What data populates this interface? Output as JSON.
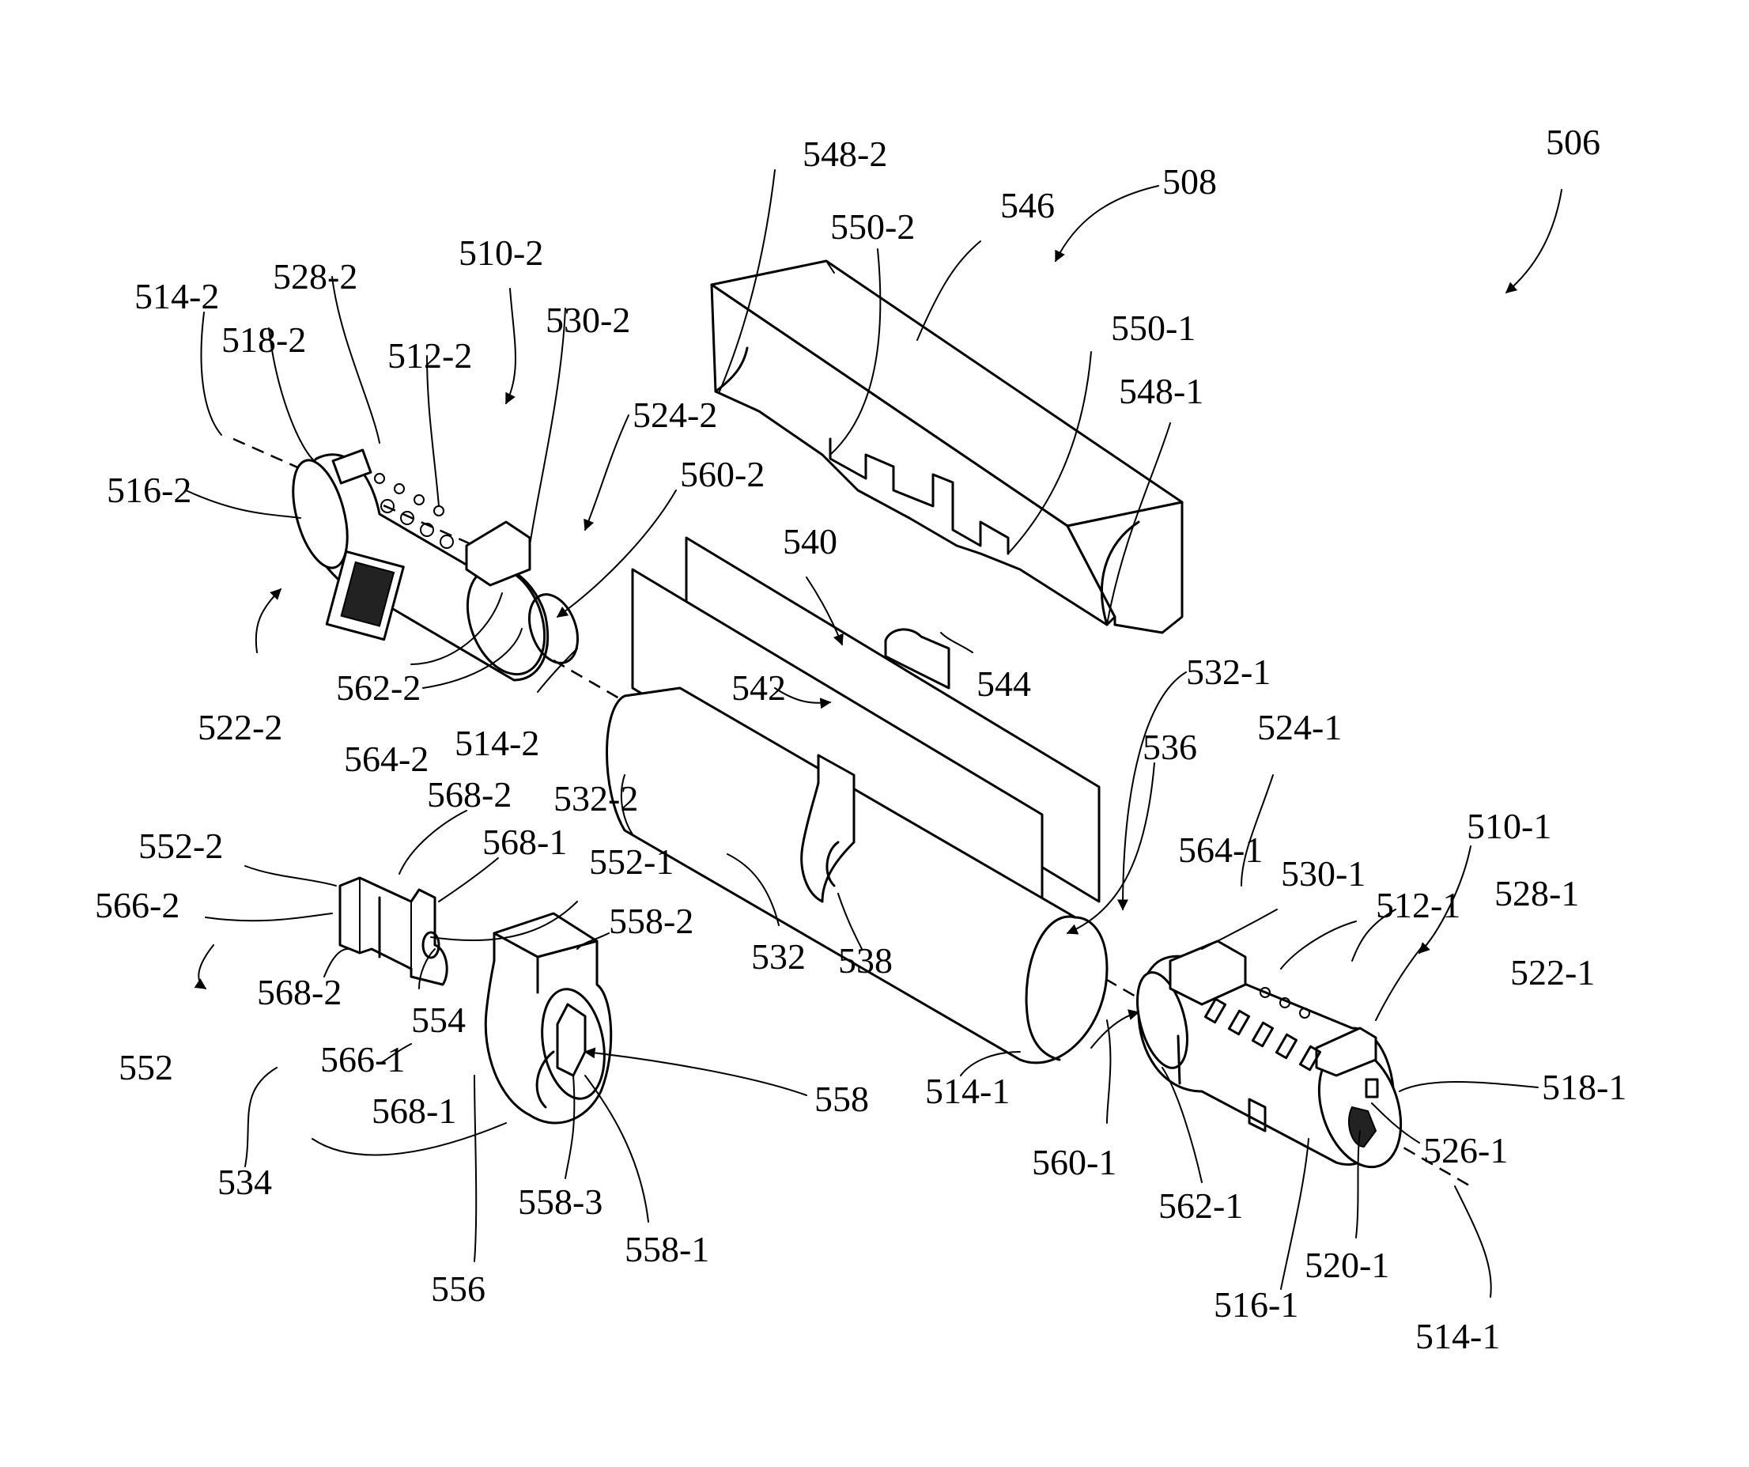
{
  "figure": {
    "labels": [
      {
        "id": "506",
        "text": "506"
      },
      {
        "id": "508",
        "text": "508"
      },
      {
        "id": "546",
        "text": "546"
      },
      {
        "id": "548-2",
        "text": "548-2"
      },
      {
        "id": "550-2",
        "text": "550-2"
      },
      {
        "id": "550-1",
        "text": "550-1"
      },
      {
        "id": "548-1",
        "text": "548-1"
      },
      {
        "id": "510-2",
        "text": "510-2"
      },
      {
        "id": "528-2",
        "text": "528-2"
      },
      {
        "id": "514-2a",
        "text": "514-2"
      },
      {
        "id": "518-2",
        "text": "518-2"
      },
      {
        "id": "512-2",
        "text": "512-2"
      },
      {
        "id": "530-2",
        "text": "530-2"
      },
      {
        "id": "524-2",
        "text": "524-2"
      },
      {
        "id": "516-2",
        "text": "516-2"
      },
      {
        "id": "560-2",
        "text": "560-2"
      },
      {
        "id": "540",
        "text": "540"
      },
      {
        "id": "544",
        "text": "544"
      },
      {
        "id": "562-2",
        "text": "562-2"
      },
      {
        "id": "522-2",
        "text": "522-2"
      },
      {
        "id": "564-2",
        "text": "564-2"
      },
      {
        "id": "514-2b",
        "text": "514-2"
      },
      {
        "id": "542",
        "text": "542"
      },
      {
        "id": "532-1",
        "text": "532-1"
      },
      {
        "id": "536",
        "text": "536"
      },
      {
        "id": "524-1",
        "text": "524-1"
      },
      {
        "id": "532-2",
        "text": "532-2"
      },
      {
        "id": "568-2a",
        "text": "568-2"
      },
      {
        "id": "568-1a",
        "text": "568-1"
      },
      {
        "id": "552-2",
        "text": "552-2"
      },
      {
        "id": "552-1",
        "text": "552-1"
      },
      {
        "id": "566-2",
        "text": "566-2"
      },
      {
        "id": "558-2",
        "text": "558-2"
      },
      {
        "id": "532",
        "text": "532"
      },
      {
        "id": "538",
        "text": "538"
      },
      {
        "id": "564-1",
        "text": "564-1"
      },
      {
        "id": "530-1",
        "text": "530-1"
      },
      {
        "id": "510-1",
        "text": "510-1"
      },
      {
        "id": "512-1",
        "text": "512-1"
      },
      {
        "id": "528-1",
        "text": "528-1"
      },
      {
        "id": "522-1",
        "text": "522-1"
      },
      {
        "id": "568-2b",
        "text": "568-2"
      },
      {
        "id": "554",
        "text": "554"
      },
      {
        "id": "552",
        "text": "552"
      },
      {
        "id": "566-1",
        "text": "566-1"
      },
      {
        "id": "558",
        "text": "558"
      },
      {
        "id": "514-1a",
        "text": "514-1"
      },
      {
        "id": "518-1",
        "text": "518-1"
      },
      {
        "id": "568-1b",
        "text": "568-1"
      },
      {
        "id": "526-1",
        "text": "526-1"
      },
      {
        "id": "560-1",
        "text": "560-1"
      },
      {
        "id": "534",
        "text": "534"
      },
      {
        "id": "558-3",
        "text": "558-3"
      },
      {
        "id": "562-1",
        "text": "562-1"
      },
      {
        "id": "558-1",
        "text": "558-1"
      },
      {
        "id": "520-1",
        "text": "520-1"
      },
      {
        "id": "556",
        "text": "556"
      },
      {
        "id": "516-1",
        "text": "516-1"
      },
      {
        "id": "514-1b",
        "text": "514-1"
      }
    ]
  }
}
